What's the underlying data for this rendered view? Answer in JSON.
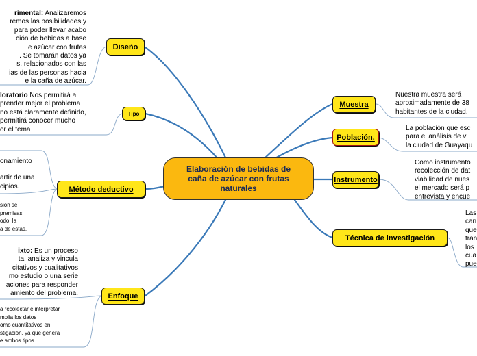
{
  "center": {
    "title": "Elaboración de bebidas de caña de azúcar con frutas naturales"
  },
  "branches": {
    "diseno": {
      "label": "Diseño"
    },
    "tipo": {
      "label": "Tipo"
    },
    "metodo": {
      "label": "Método deductivo"
    },
    "enfoque": {
      "label": "Enfoque"
    },
    "muestra": {
      "label": "Muestra"
    },
    "poblacion": {
      "label": "Población."
    },
    "instrumento": {
      "label": "Instrumento"
    },
    "tecnica": {
      "label": "Técnica de investigación"
    }
  },
  "texts": {
    "diseno": {
      "bold": "rimental:",
      "l1": " Analizaremos",
      "lines": [
        "remos las posibilidades y",
        "para poder llevar acabo",
        "ción de bebidas a base",
        "e azúcar con frutas",
        ".  Se tomarán datos ya",
        "s, relacionados con las",
        "ias de las personas hacia",
        "e la caña de azúcar."
      ]
    },
    "tipo": {
      "bold": "loratorio",
      "l1": " Nos permitirá a",
      "lines": [
        "prender mejor el problema",
        "no está claramente definido,",
        "permitirá conocer mucho",
        "or el tema"
      ]
    },
    "metodo_a": {
      "lines": [
        "onamiento",
        "",
        "artir de una",
        "cipios."
      ]
    },
    "metodo_b": {
      "lines": [
        "sión se",
        "premisas",
        "odo, la",
        "a de estas."
      ]
    },
    "enfoque_a": {
      "bold": "ixto:",
      "l1": " Es un proceso",
      "lines": [
        "ta, analiza y vincula",
        "citativos y cualitativos",
        "mo estudio o una serie",
        "aciones para responder",
        "amiento del problema."
      ]
    },
    "enfoque_b": {
      "lines": [
        "á recolectar e interpretar",
        "mplia los datos",
        "omo cuantitativos en",
        "stigación, ya que genera",
        "e ambos tipos."
      ]
    },
    "muestra": {
      "lines": [
        "Nuestra muestra será",
        "aproximadamente de 38",
        "habitantes de la ciudad."
      ]
    },
    "poblacion": {
      "lines": [
        "La población que esc",
        "para el análisis de vi",
        "la ciudad de Guayaqu"
      ]
    },
    "instrumento": {
      "lines": [
        "Como instrumento",
        "recolección de dat",
        "viabilidad de nues",
        "el mercado será p",
        "entrevista y encue"
      ]
    },
    "tecnica": {
      "lines": [
        "Las",
        "can",
        "que",
        "tran",
        "los",
        "cua",
        "pue"
      ]
    }
  }
}
